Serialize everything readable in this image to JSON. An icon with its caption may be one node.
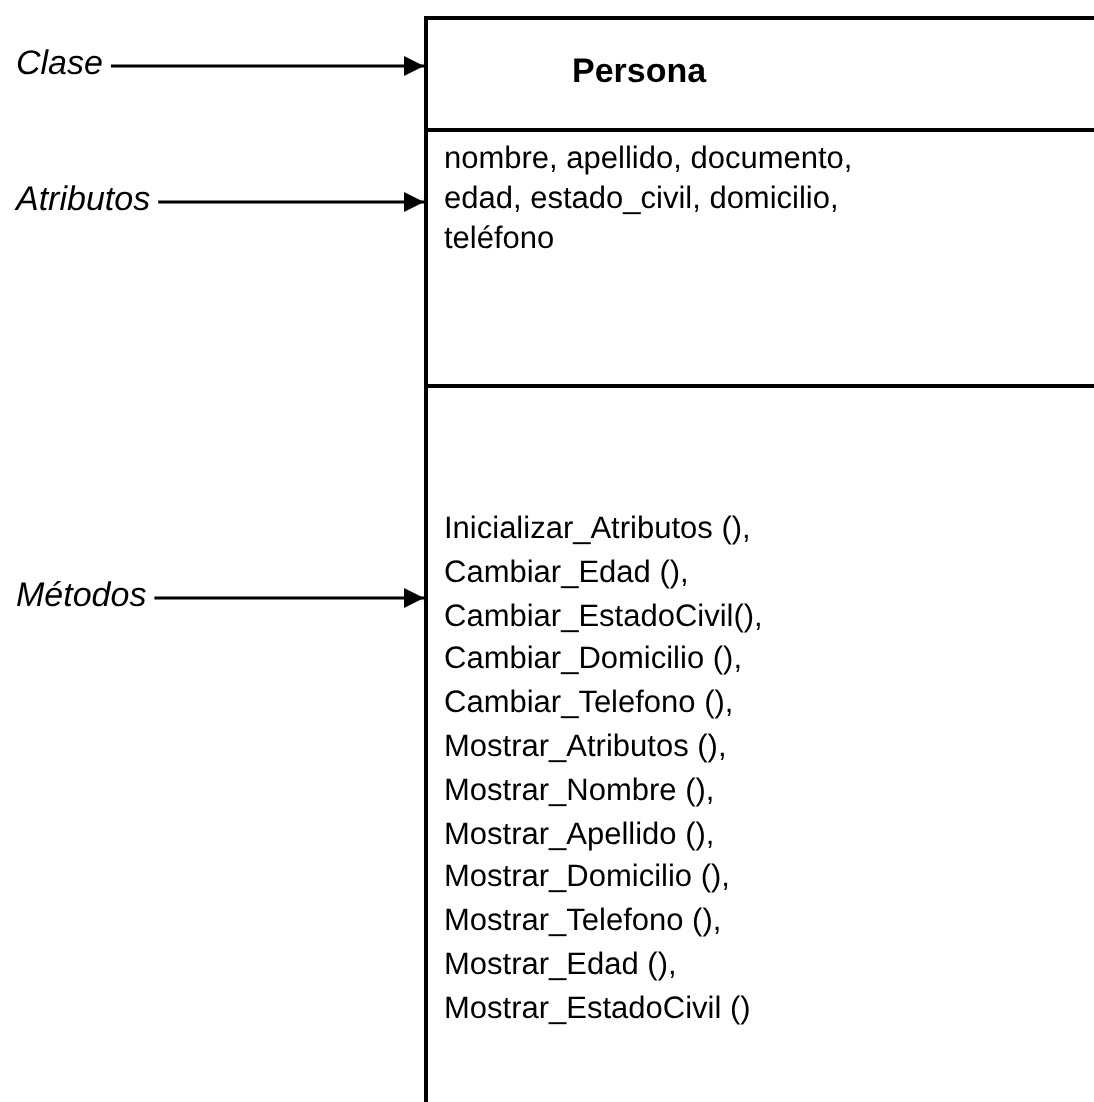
{
  "diagram": {
    "nodes": [
      {
        "text": [
          "Clase"
        ]
      },
      {
        "text": [
          "Persona"
        ]
      },
      {
        "text": [
          "Atributos"
        ]
      },
      {
        "text": [
          "nombre, apellido, documento, edad, estado_civil, domicilio, teléfono"
        ]
      },
      {
        "text": [
          "Métodos"
        ]
      },
      {
        "text": [
          "Inicializar_Atributos (), Cambiar_Edad (), Cambiar_EstadoCivil(), Cambiar_Domicilio (), Cambiar_Telefono (), Mostrar_Atributos (), Mostrar_Nombre (), Mostrar_Apellido (), Mostrar_Domicilio (), Mostrar_Telefono (), Mostrar_Edad (), Mostrar_EstadoCivil ()"
        ]
      }
    ],
    "edges": [
      {
        "from": 0,
        "to": 1,
        "arrow": "to"
      },
      {
        "from": 2,
        "to": 3,
        "arrow": "to"
      },
      {
        "from": 4,
        "to": 5,
        "arrow": "to"
      }
    ]
  }
}
